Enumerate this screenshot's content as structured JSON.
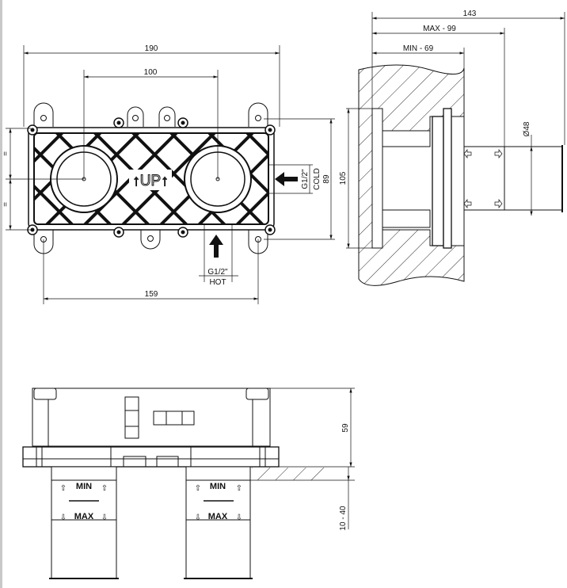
{
  "front_view": {
    "dim_overall_width": "190",
    "dim_center_distance": "100",
    "dim_mount_holes": "159",
    "dim_height": "89",
    "equal_mark_top": "=",
    "equal_mark_bottom": "=",
    "up_label": "↑UP↑",
    "cold_thread": "G1/2\"",
    "cold_label": "COLD",
    "hot_thread": "G1/2\"",
    "hot_label": "HOT"
  },
  "side_view": {
    "dim_total": "143",
    "dim_max": "MAX - 99",
    "dim_min": "MIN - 69",
    "dim_height": "105",
    "dim_diameter": "Ø48"
  },
  "bottom_view": {
    "dim_body_height": "59",
    "dim_range": "10 - 40",
    "min_label": "MIN",
    "max_label": "MAX"
  }
}
